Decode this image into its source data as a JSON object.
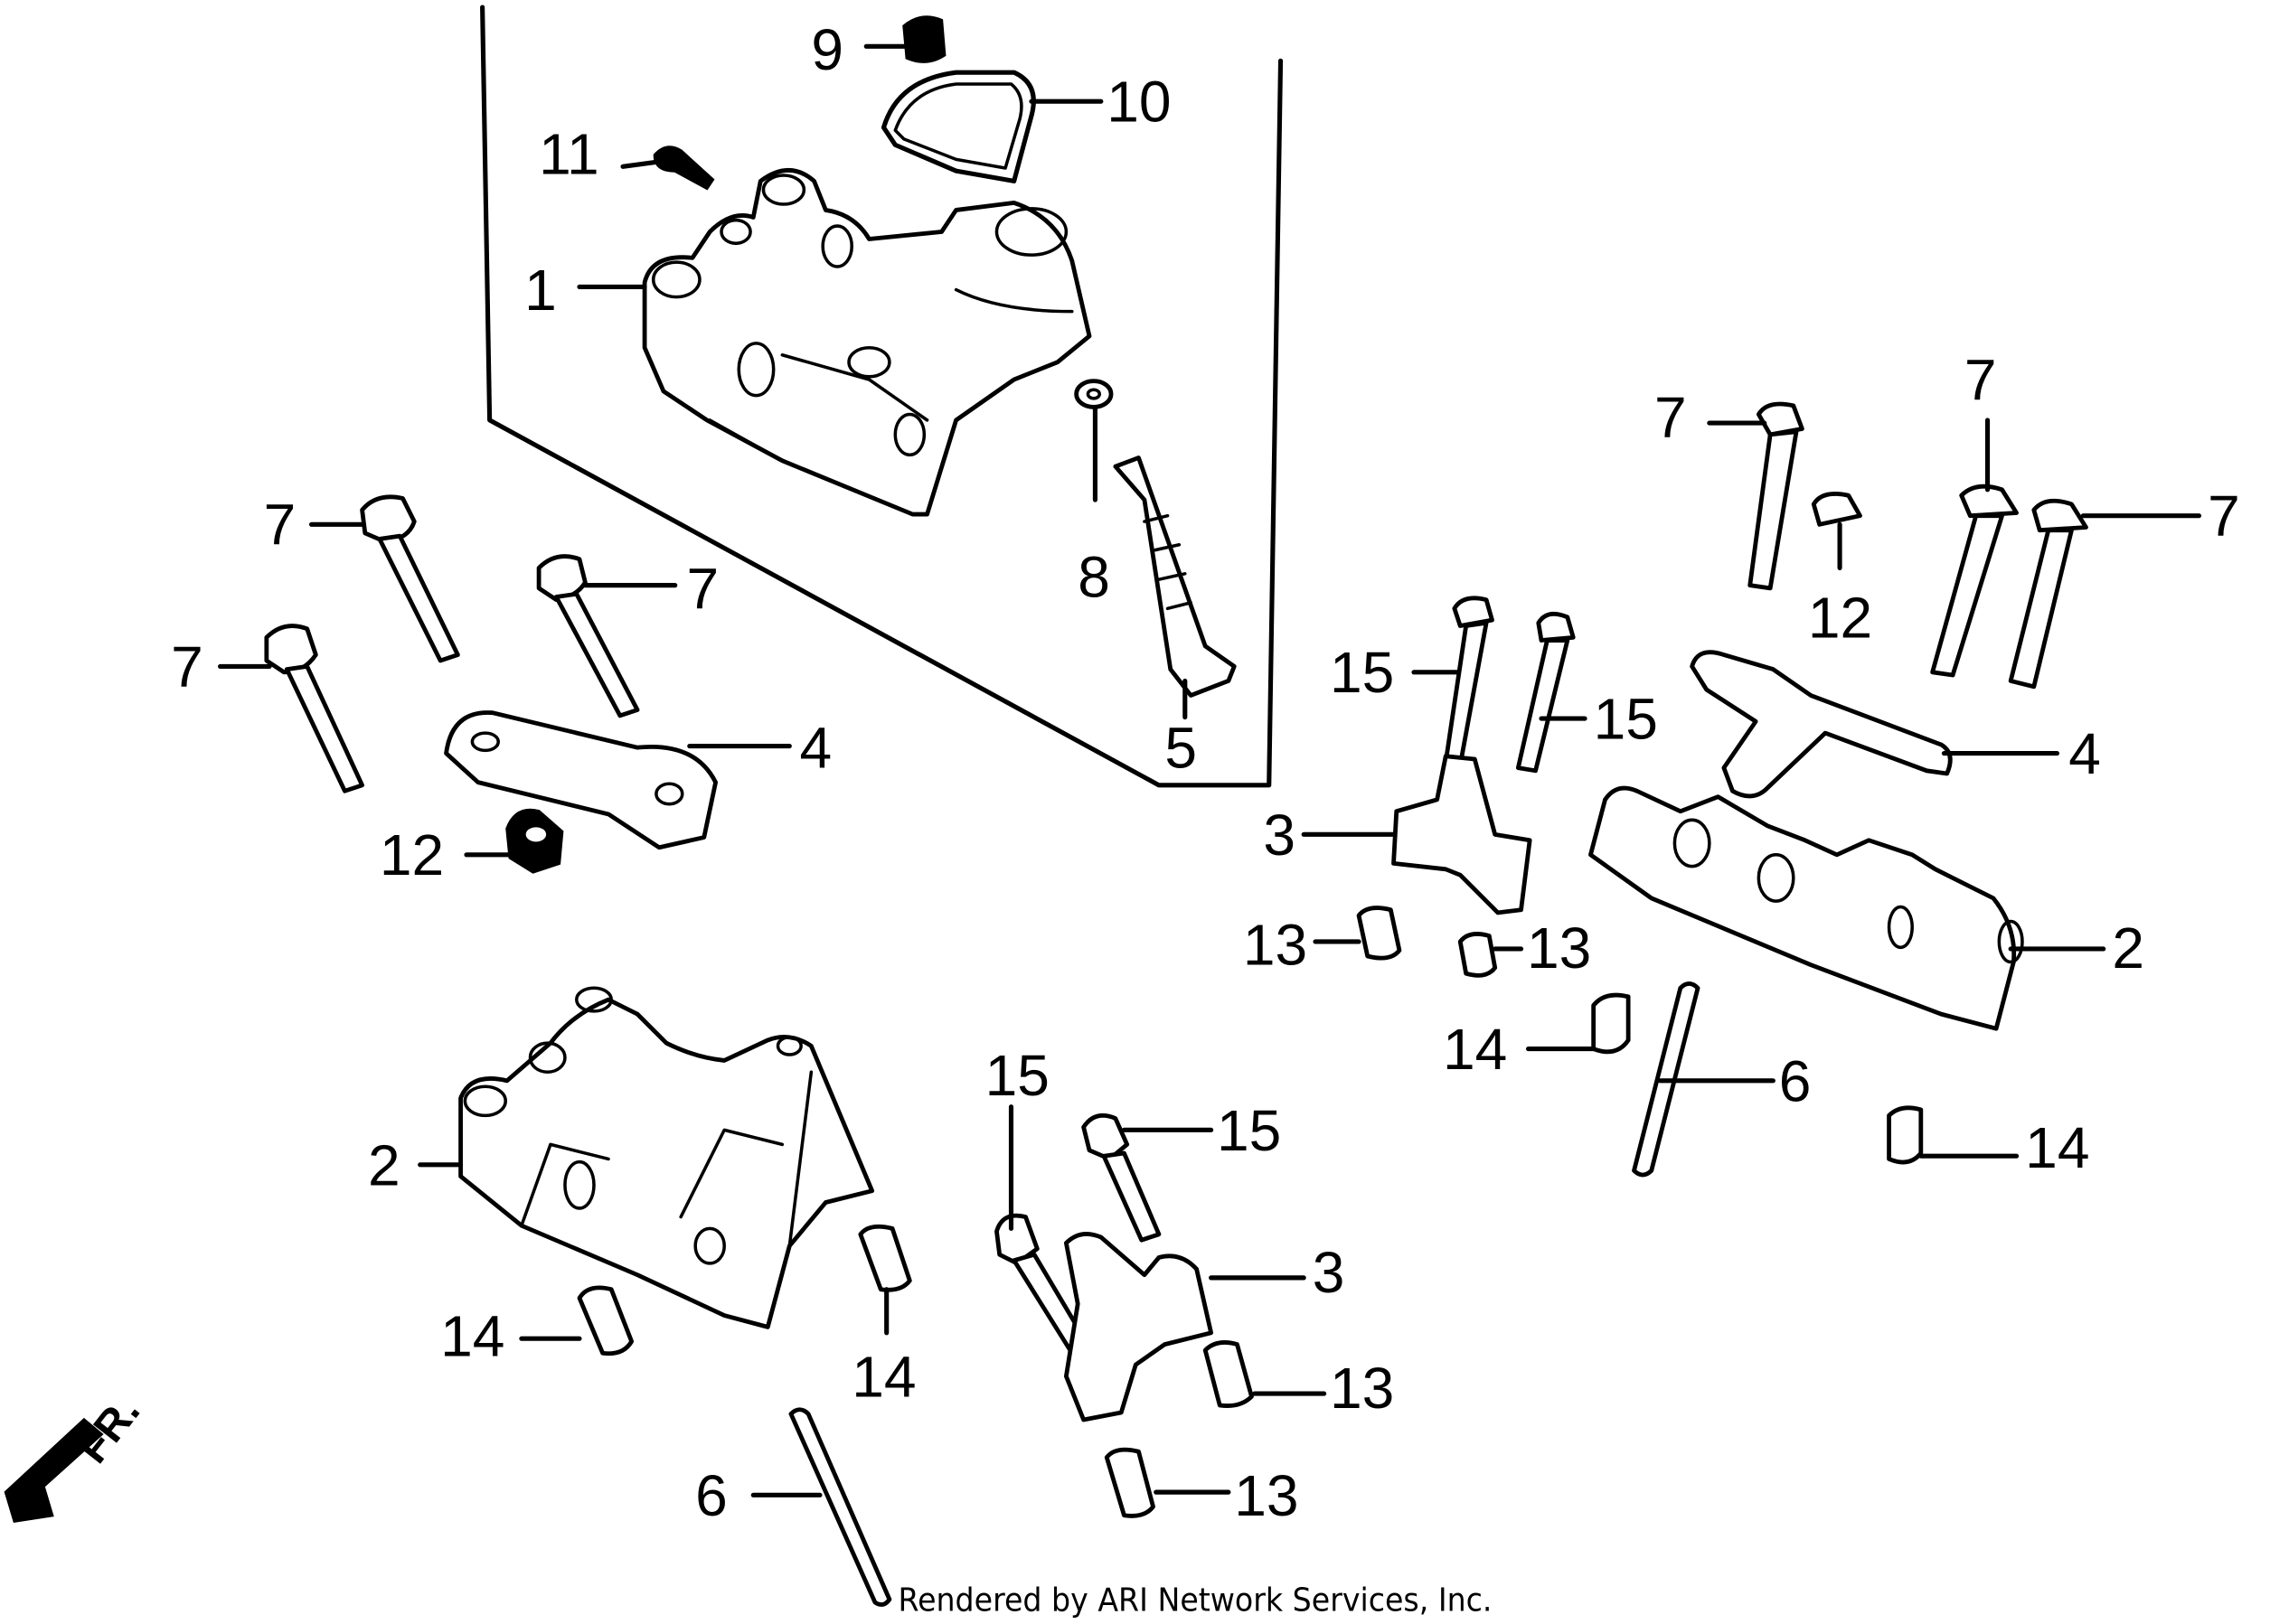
{
  "diagram": {
    "title": "Cylinder head / rocker arm parts diagram",
    "direction_marker": "FR.",
    "watermark": "Rendered by ARI Network Services, Inc.",
    "callouts": {
      "c1": "1",
      "c2a": "2",
      "c2b": "2",
      "c3a": "3",
      "c3b": "3",
      "c4a": "4",
      "c4b": "4",
      "c5": "5",
      "c6a": "6",
      "c6b": "6",
      "c7a": "7",
      "c7b": "7",
      "c7c": "7",
      "c7d": "7",
      "c7e": "7",
      "c7f": "7",
      "c8": "8",
      "c9": "9",
      "c10": "10",
      "c11": "11",
      "c12a": "12",
      "c12b": "12",
      "c13a": "13",
      "c13b": "13",
      "c13c": "13",
      "c13d": "13",
      "c14a": "14",
      "c14b": "14",
      "c14c": "14",
      "c14d": "14",
      "c15a": "15",
      "c15b": "15",
      "c15c": "15",
      "c15d": "15"
    }
  }
}
